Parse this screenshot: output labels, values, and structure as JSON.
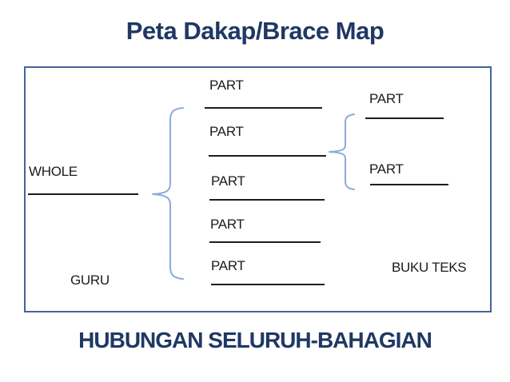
{
  "title": "Peta Dakap/Brace Map",
  "footer_heading": "HUBUNGAN SELURUH-BAHAGIAN",
  "diagram": {
    "whole_label": "WHOLE",
    "middle_parts": [
      "PART",
      "PART",
      "PART",
      "PART",
      "PART"
    ],
    "right_parts": [
      "PART",
      "PART"
    ],
    "teacher_label": "GURU",
    "textbook_label": "BUKU TEKS"
  },
  "colors": {
    "heading_text": "#1F3864",
    "box_border": "#45639B",
    "brace": "#8EAADB",
    "underline": "#1d1d1d",
    "body_text": "#1c1c1c"
  }
}
